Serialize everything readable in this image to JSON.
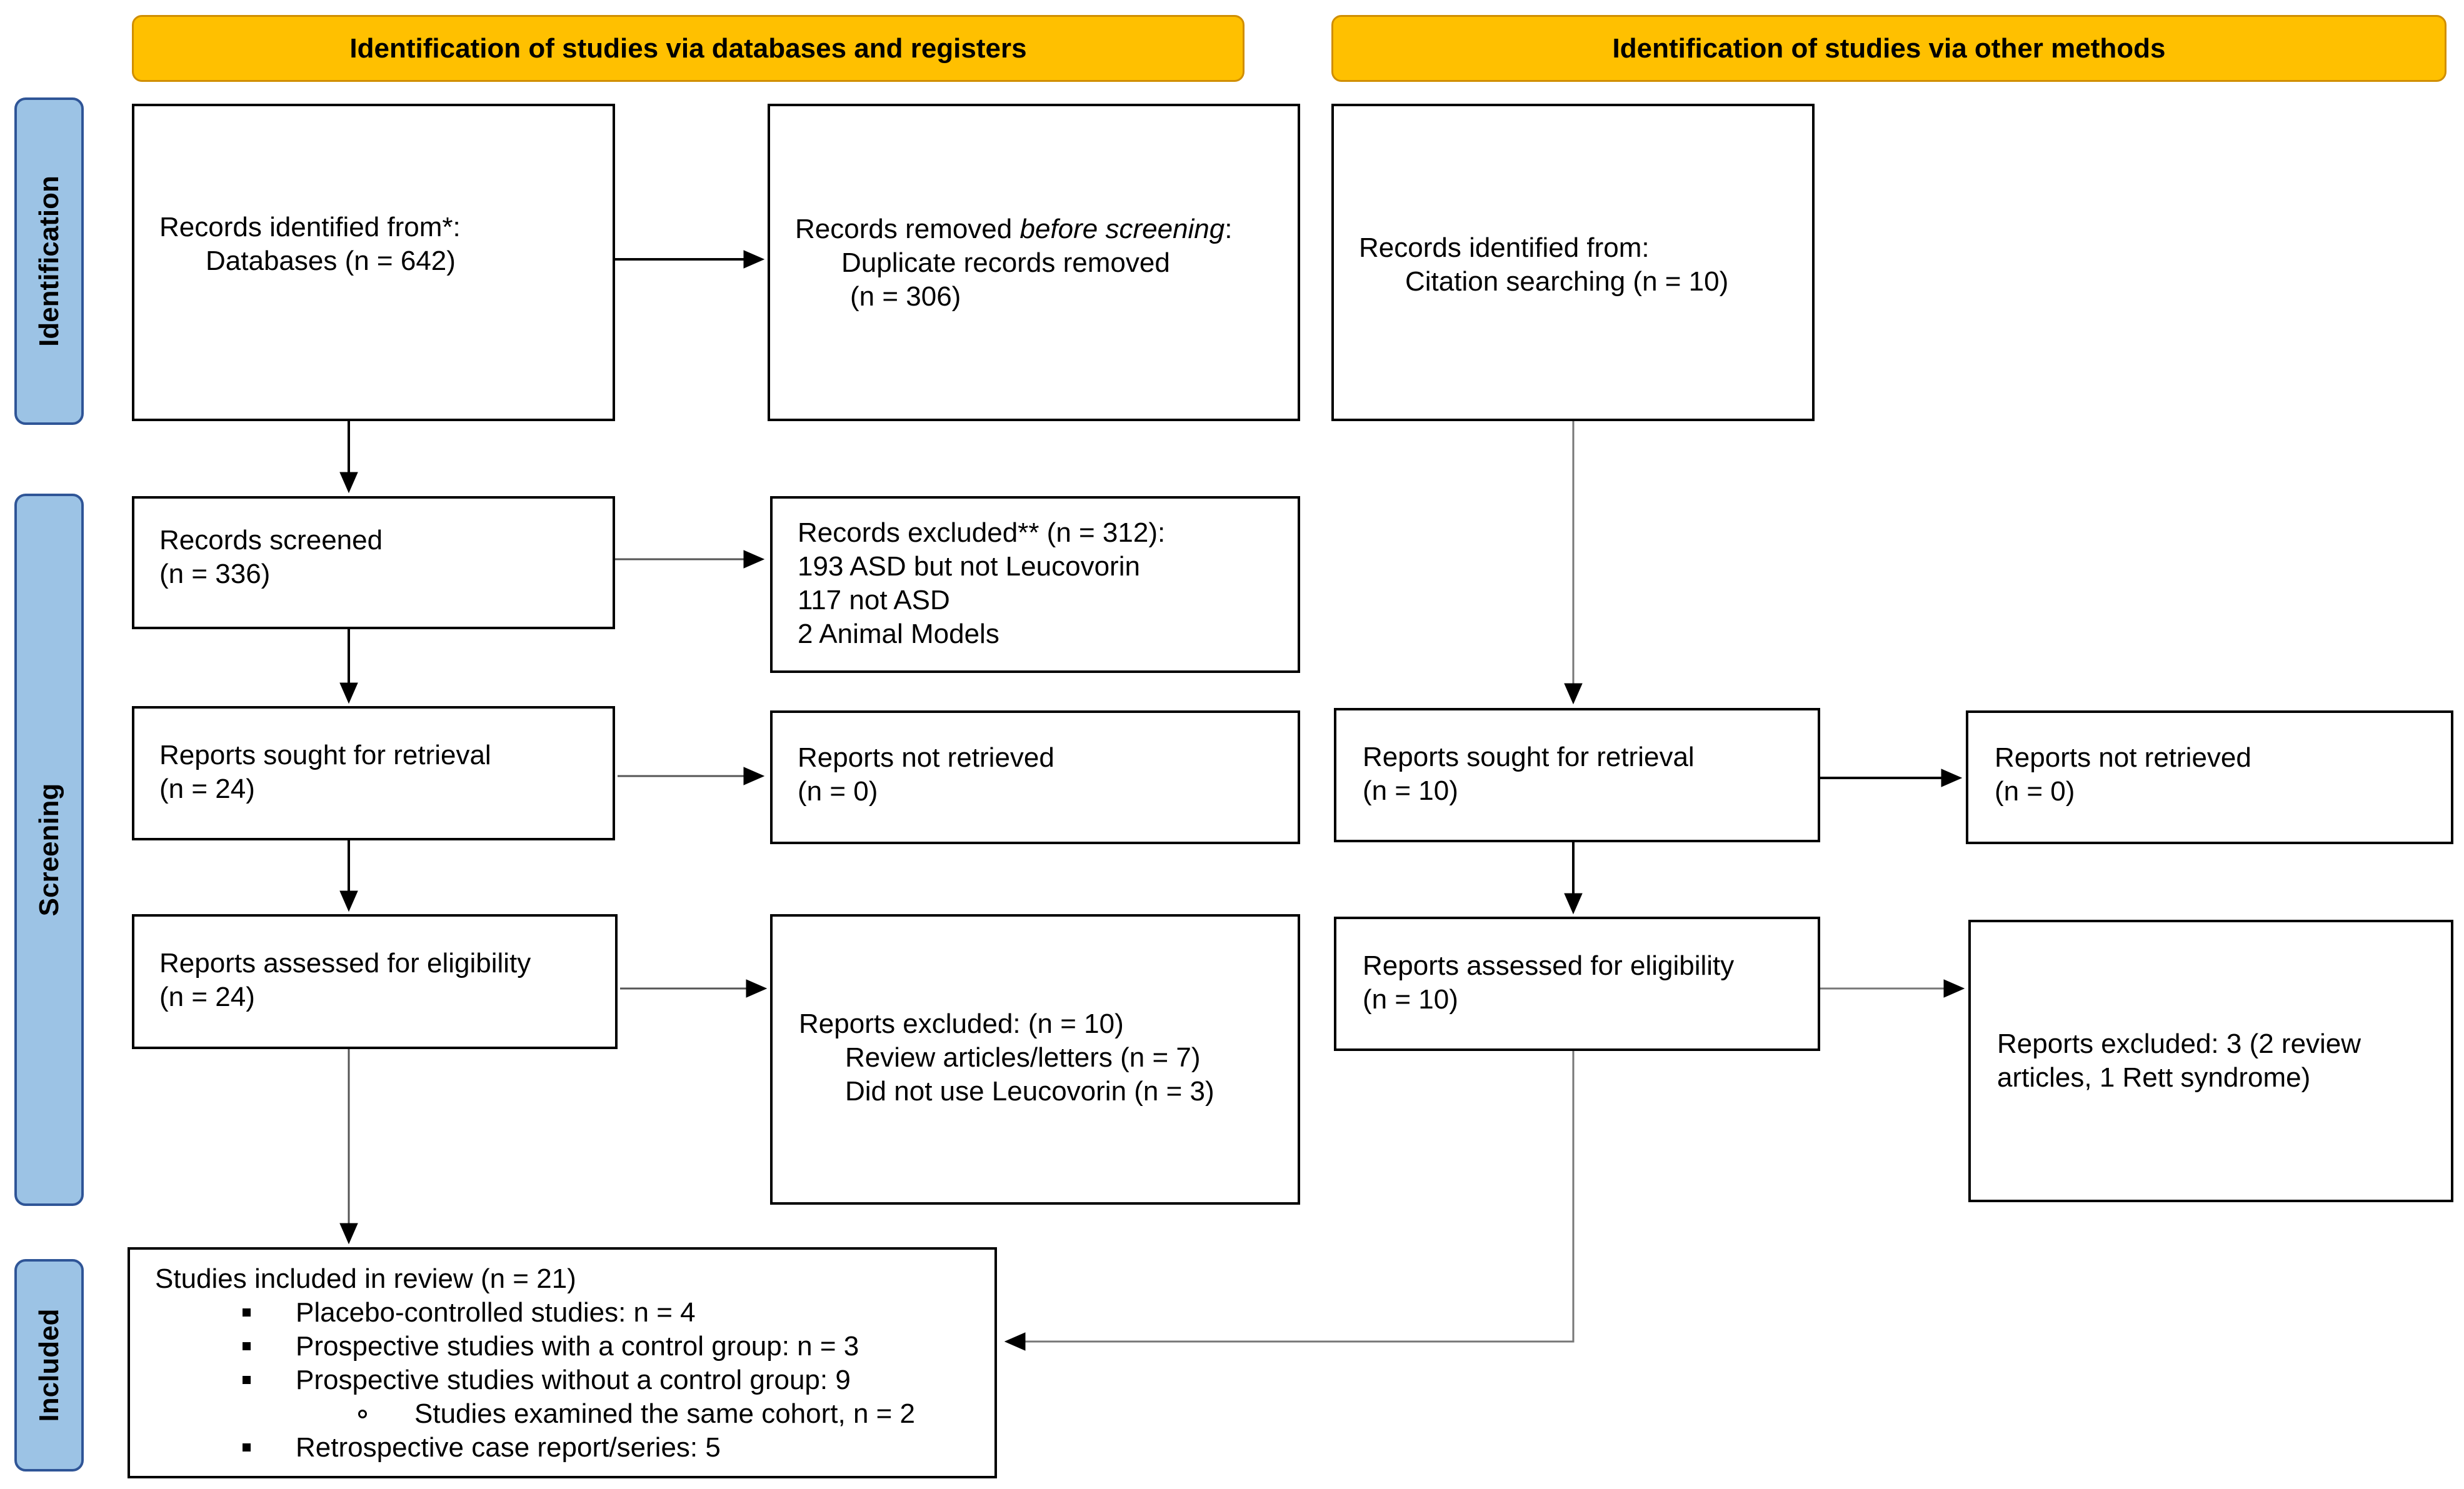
{
  "banners": {
    "databases": "Identification of studies via databases and registers",
    "other": "Identification of studies via other methods"
  },
  "phases": {
    "identification": "Identification",
    "screening": "Screening",
    "included": "Included"
  },
  "left": {
    "identified": {
      "title": "Records identified from*:",
      "detail": "Databases (n = 642)"
    },
    "removed": {
      "prefix": "Records removed ",
      "emphasis": "before screening",
      "suffix": ":",
      "detail1": "Duplicate records removed",
      "detail2": "(n = 306)"
    },
    "screened": {
      "title": "Records screened",
      "count": "(n = 336)"
    },
    "excluded": {
      "title": "Records excluded** (n = 312):",
      "lines": [
        "193 ASD but not Leucovorin",
        "117 not ASD",
        "2 Animal Models"
      ]
    },
    "sought": {
      "title": "Reports sought for retrieval",
      "count": "(n = 24)"
    },
    "not_retrieved": {
      "title": "Reports not retrieved",
      "count": "(n = 0)"
    },
    "assessed": {
      "title": "Reports assessed for eligibility",
      "count": "(n = 24)"
    },
    "reports_excluded": {
      "title": "Reports excluded: (n = 10)",
      "lines": [
        "Review articles/letters (n = 7)",
        "Did not use Leucovorin (n = 3)"
      ]
    }
  },
  "right": {
    "identified": {
      "title": "Records identified from:",
      "detail": "Citation searching (n = 10)"
    },
    "sought": {
      "title": "Reports sought for retrieval",
      "count": "(n = 10)"
    },
    "not_retrieved": {
      "title": "Reports not retrieved",
      "count": "(n = 0)"
    },
    "assessed": {
      "title": "Reports assessed for eligibility",
      "count": "(n = 10)"
    },
    "reports_excluded": {
      "line1": "Reports excluded: 3 (2 review",
      "line2": "articles, 1 Rett syndrome)"
    }
  },
  "included": {
    "title": "Studies included in review (n = 21)",
    "items": [
      "Placebo-controlled studies: n = 4",
      "Prospective studies with a control group: n = 3",
      "Prospective studies without a control group: 9"
    ],
    "sub_item": "Studies examined the same cohort, n = 2",
    "last_item": "Retrospective case report/series: 5"
  }
}
